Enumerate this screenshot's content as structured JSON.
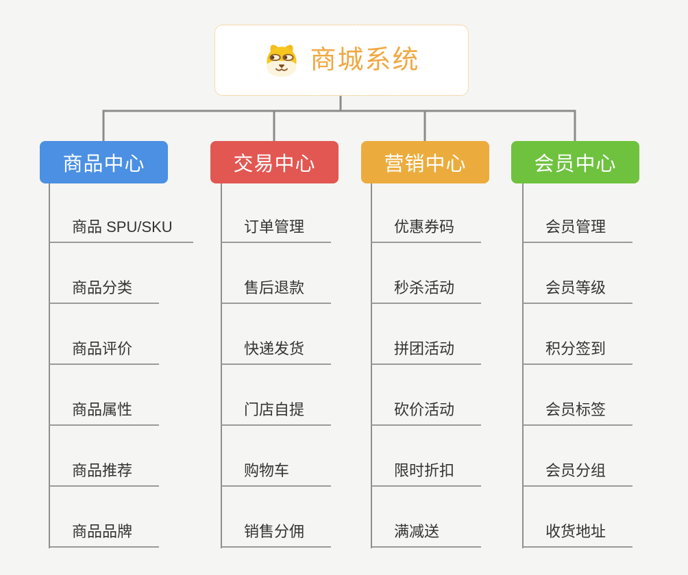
{
  "root": {
    "title": "商城系统",
    "icon": "doge-icon",
    "title_color": "#F0A843",
    "border_color": "#EFB45F"
  },
  "connectors": {
    "top_color": "#8B8B8B",
    "trunk_color": "#8E8E8E"
  },
  "branches": [
    {
      "label": "商品中心",
      "color": "#4B90E2",
      "children": [
        "商品 SPU/SKU",
        "商品分类",
        "商品评价",
        "商品属性",
        "商品推荐",
        "商品品牌"
      ]
    },
    {
      "label": "交易中心",
      "color": "#E25752",
      "children": [
        "订单管理",
        "售后退款",
        "快递发货",
        "门店自提",
        "购物车",
        "销售分佣"
      ]
    },
    {
      "label": "营销中心",
      "color": "#ECAC3D",
      "children": [
        "优惠券码",
        "秒杀活动",
        "拼团活动",
        "砍价活动",
        "限时折扣",
        "满减送"
      ]
    },
    {
      "label": "会员中心",
      "color": "#6EC23E",
      "children": [
        "会员管理",
        "会员等级",
        "积分签到",
        "会员标签",
        "会员分组",
        "收货地址"
      ]
    }
  ]
}
